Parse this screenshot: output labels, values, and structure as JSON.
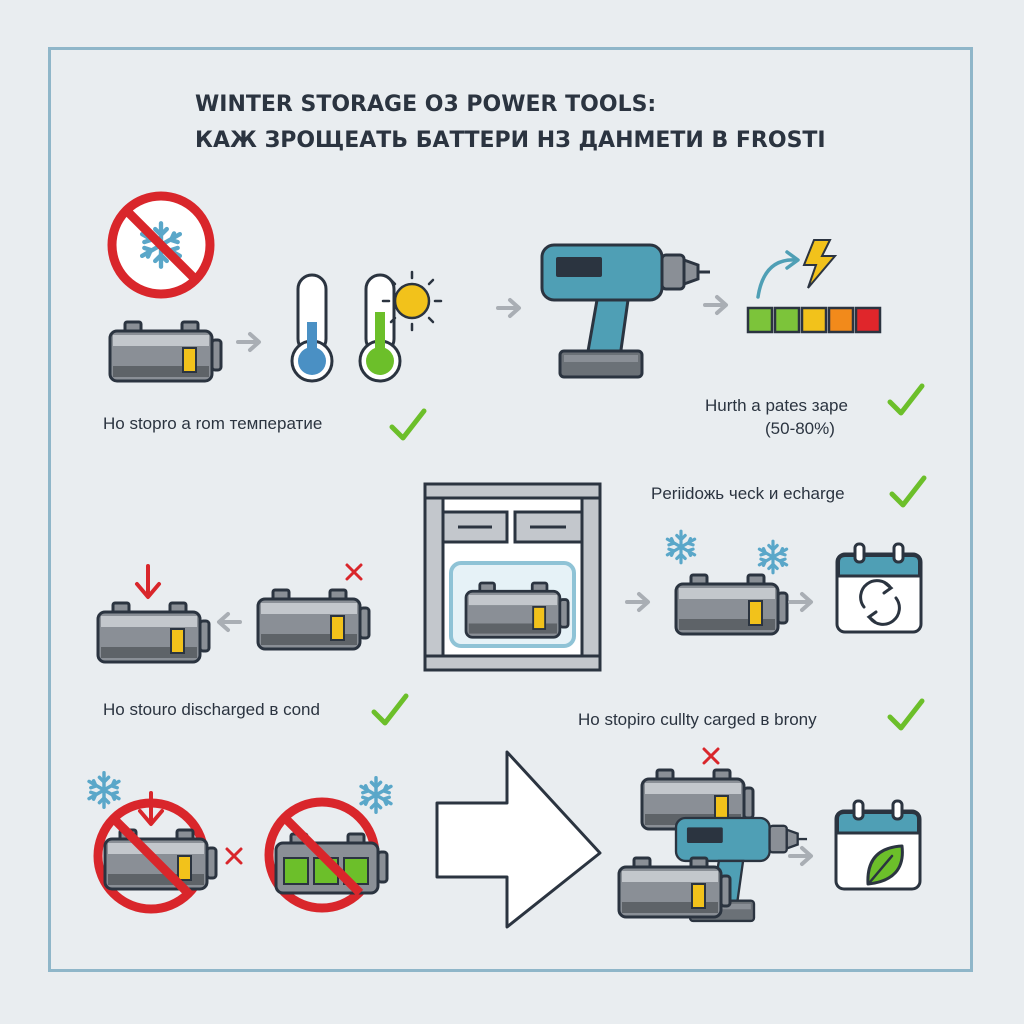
{
  "title": {
    "line1": "WINTER STORAGE O3 POWER TOOLS:",
    "line2": "КАЖ ЗРОЩЕАТЬ БАТТЕРИ НЗ ДАНМЕТИ В FROSTI"
  },
  "captions": {
    "store_room_temp": "Ho stopro a rom температие",
    "partial_charge": "Hurth a pates заре",
    "partial_charge_range": "(50-80%)",
    "periodic_check": "Periidoжь чеck и echarge",
    "not_discharged": "Ho stouro discharged в cond",
    "not_fully_charged": "Ho stopiro cullty carged в brony"
  },
  "colors": {
    "outline": "#2b3440",
    "frame": "#8fb6c9",
    "battery_body": "#8a8f96",
    "battery_light": "#c3c7cc",
    "accent_yellow": "#f2c21b",
    "prohibit_red": "#d9262b",
    "ok_green": "#6cbf2a",
    "drill_blue": "#4f9fb5",
    "snow_blue": "#5aa7c9",
    "arrow_gray": "#a9aeb4",
    "charge_levels": [
      "#7cc43a",
      "#7cc43a",
      "#f2c21b",
      "#f28a1b",
      "#e0262b"
    ]
  },
  "icons": [
    "no-frost-icon",
    "battery-icon",
    "cold-thermometer-icon",
    "warm-thermometer-icon",
    "sun-icon",
    "cordless-drill-icon",
    "charge-level-icon",
    "lightning-icon",
    "check-icon",
    "storage-cabinet-icon",
    "snowflake-icon",
    "calendar-cycle-icon",
    "cross-icon",
    "down-arrow-icon",
    "large-arrow-icon",
    "calendar-leaf-icon"
  ]
}
